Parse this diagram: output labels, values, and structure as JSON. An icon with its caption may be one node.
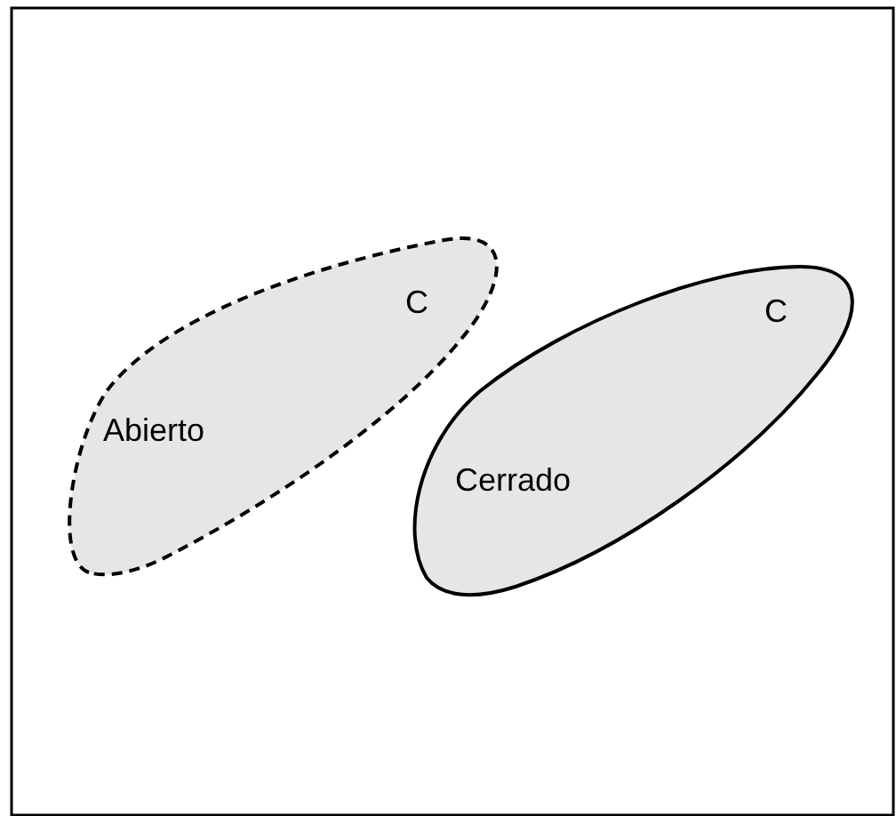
{
  "diagram": {
    "nodes": [
      {
        "text": [
          "C",
          "Abierto"
        ]
      },
      {
        "text": [
          "C",
          "Cerrado"
        ]
      }
    ]
  }
}
